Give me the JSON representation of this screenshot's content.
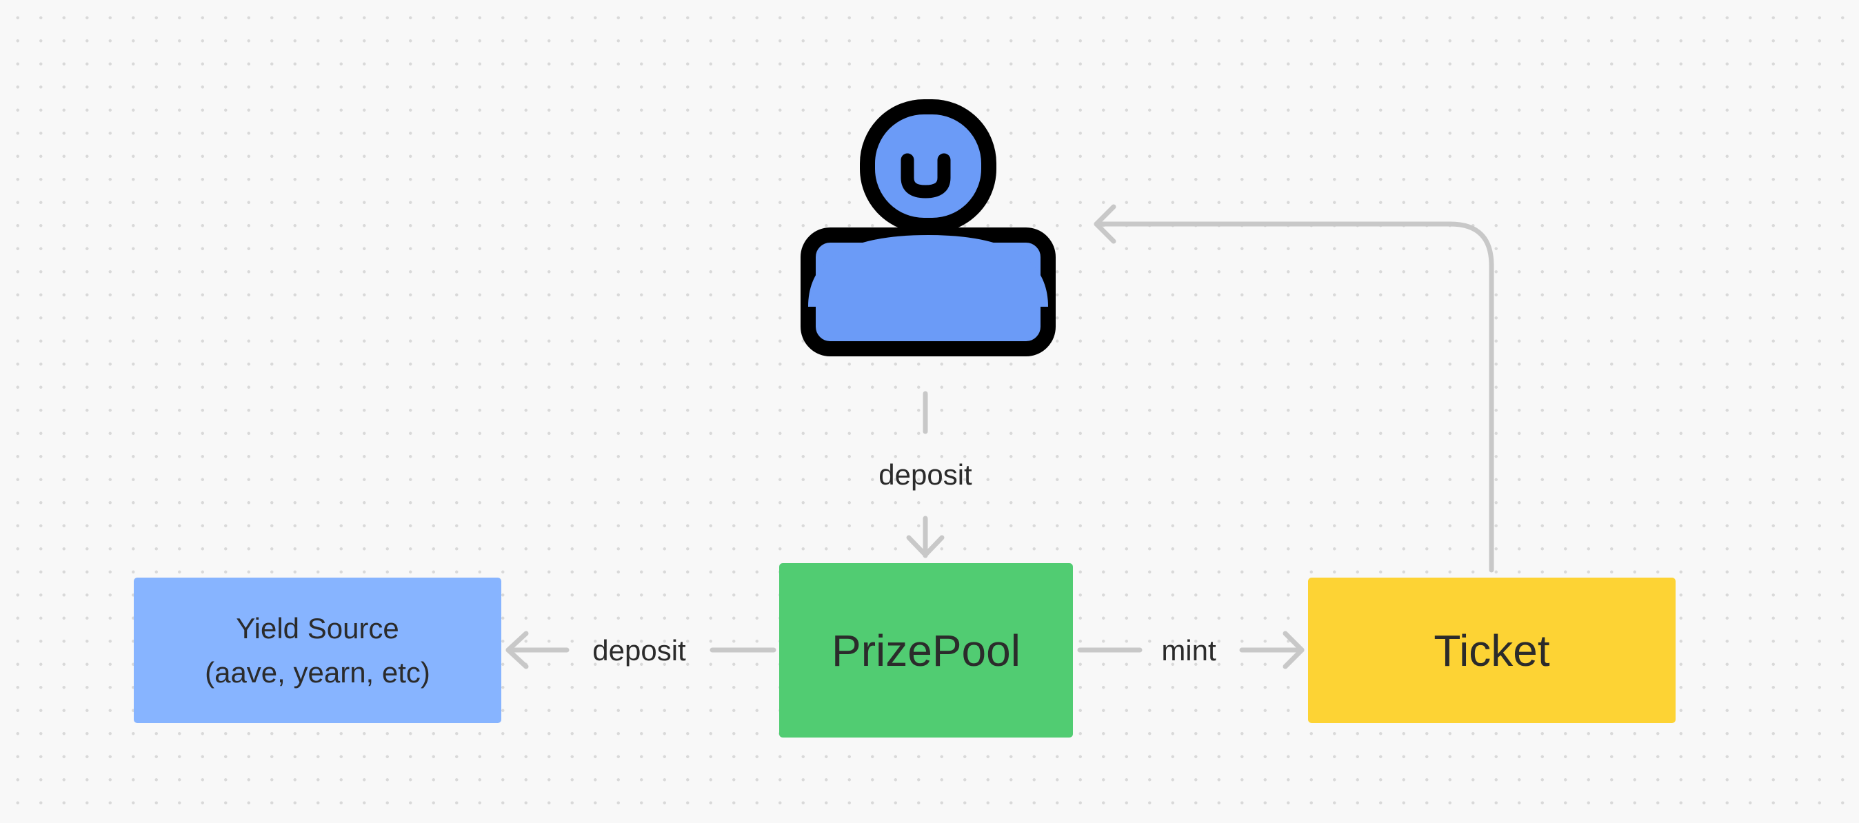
{
  "nodes": {
    "user": {
      "icon": "user-person-icon"
    },
    "yield_source": {
      "line1": "Yield Source",
      "line2": "(aave, yearn, etc)"
    },
    "prize_pool": {
      "label": "PrizePool"
    },
    "ticket": {
      "label": "Ticket"
    }
  },
  "edges": {
    "user_to_prizepool": {
      "label": "deposit"
    },
    "prizepool_to_yield": {
      "label": "deposit"
    },
    "prizepool_to_ticket": {
      "label": "mint"
    },
    "ticket_to_user": {
      "label": ""
    }
  },
  "colors": {
    "user_fill": "#6b9bf7",
    "user_outline": "#000000",
    "yield_source": "#87b4ff",
    "prize_pool": "#51cc72",
    "ticket": "#fdd334",
    "connector": "#c8c8c8",
    "text": "#2b2b2b"
  }
}
